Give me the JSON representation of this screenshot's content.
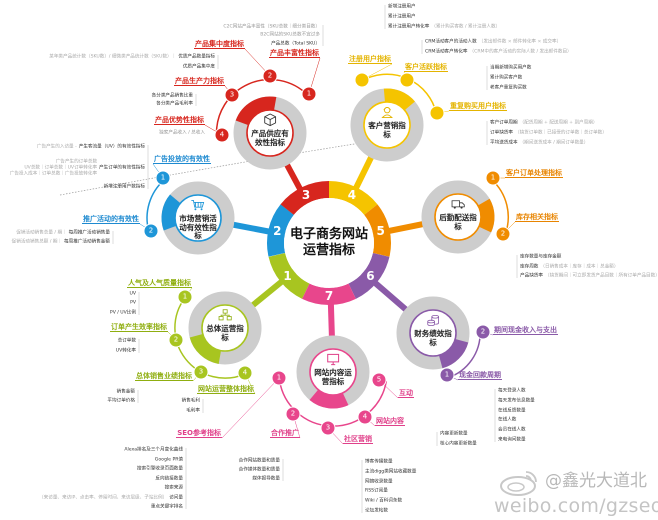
{
  "title": {
    "line1": "电子商务网站",
    "line2": "运营指标"
  },
  "branches": [
    {
      "id": "overall",
      "number": "1",
      "color": "#a8c520",
      "label_color": "#8fae10",
      "hub": "总体运营指标",
      "icon": "org-chart-icon",
      "groups": [
        {
          "number": "1",
          "title": "人气及人气质量指标",
          "items": [
            {
              "text": "UV"
            },
            {
              "text": "PV"
            },
            {
              "text": "PV / UV比例"
            }
          ]
        },
        {
          "number": "2",
          "title": "订单产生效率指标",
          "items": [
            {
              "text": "总订单数"
            },
            {
              "text": "UV转化率"
            }
          ]
        },
        {
          "number": "3",
          "title": "总体销售业绩指标",
          "items": [
            {
              "text": "销售金额"
            },
            {
              "text": "平均订单价格"
            }
          ]
        },
        {
          "number": "4",
          "title": "网站运营整体指标",
          "items": [
            {
              "text": "销售毛利"
            },
            {
              "text": "毛利率"
            }
          ]
        }
      ]
    },
    {
      "id": "marketing",
      "number": "2",
      "color": "#1e96d8",
      "label_color": "#1e8ad0",
      "hub": "市场营销活动有效性指标",
      "icon": "shopping-cart-icon",
      "groups": [
        {
          "number": "1",
          "title": "广告投放的有效性",
          "items": [
            {
              "text": "产生客流量（UV）的有效性指标",
              "note": [
                "广告产生的入访量 -"
              ]
            },
            {
              "text": "产生订单的有效性指标",
              "note": [
                "广告产生的订单总数",
                "UV总数｜订单总数｜UV订单转化率",
                "广告投入成本｜订单总数｜广告投放转化率"
              ]
            },
            {
              "text": "新增注册用户数指标"
            }
          ]
        },
        {
          "number": "2",
          "title": "推广活动的有效性",
          "items": [
            {
              "text": "每周推广活动销售量",
              "note": [
                "促销活动销售总量 / 期｜"
              ]
            },
            {
              "text": "每周推广活动销售金额",
              "note": [
                "促销活动销售总额 / 期｜"
              ]
            }
          ]
        }
      ]
    },
    {
      "id": "product",
      "number": "3",
      "color": "#d7261e",
      "label_color": "#d7261e",
      "hub": "产品供应有效性指标",
      "icon": "cube-icon",
      "groups": [
        {
          "number": "1",
          "title": "产品丰富性指标",
          "items": [
            {
              "text": "C2C网站产品丰富性（SKU总数｜细分类目数）",
              "muted": true
            },
            {
              "text": "B2C网站的SKU总数不宜过多",
              "muted": true
            },
            {
              "text": "产品总数（Total SKU）"
            }
          ]
        },
        {
          "number": "2",
          "title": "产品集中度指标",
          "items": [
            {
              "text": "优质产品数量指标",
              "note": [
                "某年类产品统计数（SKU数）/ 细微类产品统计数（SKU数）｜"
              ]
            },
            {
              "text": "优质产品集中度"
            }
          ]
        },
        {
          "number": "3",
          "title": "产品生产力指标",
          "items": [
            {
              "text": "各分类产品销售比重"
            },
            {
              "text": "各分类产品毛利率"
            }
          ]
        },
        {
          "number": "4",
          "title": "产品优势性指标",
          "items": [
            {
              "text": "独家产品收入 / 总收入",
              "muted": true
            }
          ]
        }
      ]
    },
    {
      "id": "customer",
      "number": "4",
      "color": "#f5c400",
      "label_color": "#e4b400",
      "hub": "客户营销指标",
      "icon": "customer-service-icon",
      "groups": [
        {
          "title": "注册用户指标",
          "items": [
            {
              "text": "新增注册用户"
            },
            {
              "text": "累计注册用户"
            },
            {
              "text": "累计注册用户转化率",
              "note": [
                "（累计购买客数 / 累计注册人数）"
              ]
            }
          ]
        },
        {
          "title": "客户活跃指标",
          "items": [
            {
              "text": "CRM活动客户的活动人数",
              "note": [
                "（发出邮件数 × 邮件转化率 × 成交率）"
              ]
            },
            {
              "text": "CRM活动客户转化率",
              "note": [
                "（CRM中的客户活动的实际人数 / 发出邮件数目）"
              ]
            }
          ]
        },
        {
          "title": "重复购买用户指标",
          "items": [
            {
              "text": "当期新增购买用户数"
            },
            {
              "text": "累计购买客户数"
            },
            {
              "text": "老客户重复购买数"
            }
          ]
        }
      ]
    },
    {
      "id": "logistics",
      "number": "5",
      "color": "#f08c00",
      "label_color": "#e88400",
      "hub": "后勤配送指标",
      "icon": "truck-icon",
      "groups": [
        {
          "number": "1",
          "title": "客户订单处理指标",
          "items": [
            {
              "text": "客户订单周期",
              "note": [
                "（配货周期 + 配送周期 + 到户周期）"
              ]
            },
            {
              "text": "订单缺货率",
              "note": [
                "（缺货订单数｜已接受的订单数｜总订单数）"
              ]
            },
            {
              "text": "平均送货成本",
              "note": [
                "（期间送货成本 / 期间订单数量）"
              ]
            }
          ]
        },
        {
          "number": "2",
          "title": "库存相关指标",
          "items": [
            {
              "text": "库存数量与库存金额"
            },
            {
              "text": "库存周数",
              "note": [
                "（日销售成本｜库存｜成本｜总金额）"
              ]
            },
            {
              "text": "产品缺货率",
              "note": [
                "（缺货期间｜可立即发货产品目数｜所有订单产品目数）"
              ]
            }
          ]
        }
      ]
    },
    {
      "id": "finance",
      "number": "6",
      "color": "#8a5aa8",
      "label_color": "#8a5aa8",
      "hub": "财务绩效指标",
      "icon": "coins-icon",
      "groups": [
        {
          "number": "1",
          "title": "现金回款周期",
          "items": []
        },
        {
          "number": "2",
          "title": "期间现金收入与支出",
          "items": []
        }
      ]
    },
    {
      "id": "content",
      "number": "7",
      "color": "#e8468c",
      "label_color": "#e0408a",
      "hub": "网站内容运营指标",
      "icon": "monitor-icon",
      "groups": [
        {
          "number": "1",
          "title": "SEO参考指标",
          "items": [
            {
              "text": "Alexa排名及三个月变化曲线"
            },
            {
              "text": "Google PR值"
            },
            {
              "text": "搜索引擎收录页面数量"
            },
            {
              "text": "反向链接数量"
            },
            {
              "text": "搜索来源"
            },
            {
              "text": "访问量",
              "note": [
                "（来访量、来访IP、点击率、停留时间、来访层级、子站比例）"
              ]
            },
            {
              "text": "重点关键字排名"
            }
          ]
        },
        {
          "number": "2",
          "title": "合作推广",
          "items": [
            {
              "text": "合作网站数量和质量"
            },
            {
              "text": "合作媒体数量和质量"
            },
            {
              "text": "媒体报导数量"
            }
          ]
        },
        {
          "number": "3",
          "title": "社区营销",
          "items": [
            {
              "text": "博客传播数量"
            },
            {
              "text": "主流digg类网站收藏数量"
            },
            {
              "text": "网摘收录数量"
            },
            {
              "text": "RSS订阅量"
            },
            {
              "text": "Wiki / 百科词条数"
            },
            {
              "text": "论坛发帖数"
            }
          ]
        },
        {
          "number": "4",
          "title": "网站内容",
          "items": [
            {
              "text": "内容更新数量"
            },
            {
              "text": "核心内容更新数量"
            }
          ]
        },
        {
          "number": "5",
          "title": "互动",
          "items": [
            {
              "text": "每天登录人数"
            },
            {
              "text": "每天发布信息数量"
            },
            {
              "text": "在线反馈数量"
            },
            {
              "text": "在线人数"
            },
            {
              "text": "会员在线人数"
            },
            {
              "text": "来电询问数量"
            }
          ]
        }
      ]
    }
  ],
  "watermark": {
    "handle": "@鑫光大道北",
    "url": "weibo.com/gzseo",
    "icon": "weibo-logo-icon"
  }
}
